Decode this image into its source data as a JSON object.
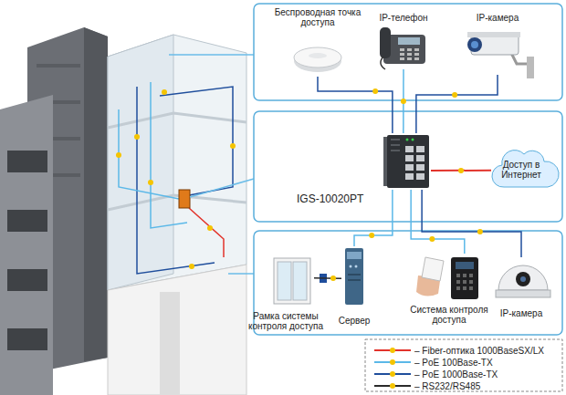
{
  "diagram": {
    "nodes": [
      {
        "text": [
          "Беспроводная точка доступа"
        ]
      },
      {
        "text": [
          "IP-телефон"
        ]
      },
      {
        "text": [
          "IP-камера"
        ]
      },
      {
        "text": [
          "IGS-10020PT"
        ]
      },
      {
        "text": [
          "Доступ в Интернет"
        ]
      },
      {
        "text": [
          "Рамка системы контроля доступа"
        ]
      },
      {
        "text": [
          "Сервер"
        ]
      },
      {
        "text": [
          "Система контроля доступа"
        ]
      },
      {
        "text": [
          "IP-камера"
        ]
      }
    ],
    "edges": [
      {
        "from": 0,
        "to": 3,
        "arrow": "none"
      },
      {
        "from": 1,
        "to": 3,
        "arrow": "none"
      },
      {
        "from": 2,
        "to": 3,
        "arrow": "none"
      },
      {
        "from": 3,
        "to": 4,
        "arrow": "none"
      },
      {
        "from": 3,
        "to": 6,
        "arrow": "none"
      },
      {
        "from": 3,
        "to": 7,
        "arrow": "none"
      },
      {
        "from": 3,
        "to": 8,
        "arrow": "none"
      },
      {
        "from": 6,
        "to": 5,
        "arrow": "none"
      }
    ],
    "legend": [
      {
        "text": "– Fiber-оптика 1000BaseSX/LX",
        "color": "#e2332b"
      },
      {
        "text": "– PoE 100Base-TX",
        "color": "#5bb8e8"
      },
      {
        "text": "– PoE 1000Base-TX",
        "color": "#1f4e9c"
      },
      {
        "text": "– RS232/RS485",
        "color": "#2b2b2b"
      }
    ]
  }
}
